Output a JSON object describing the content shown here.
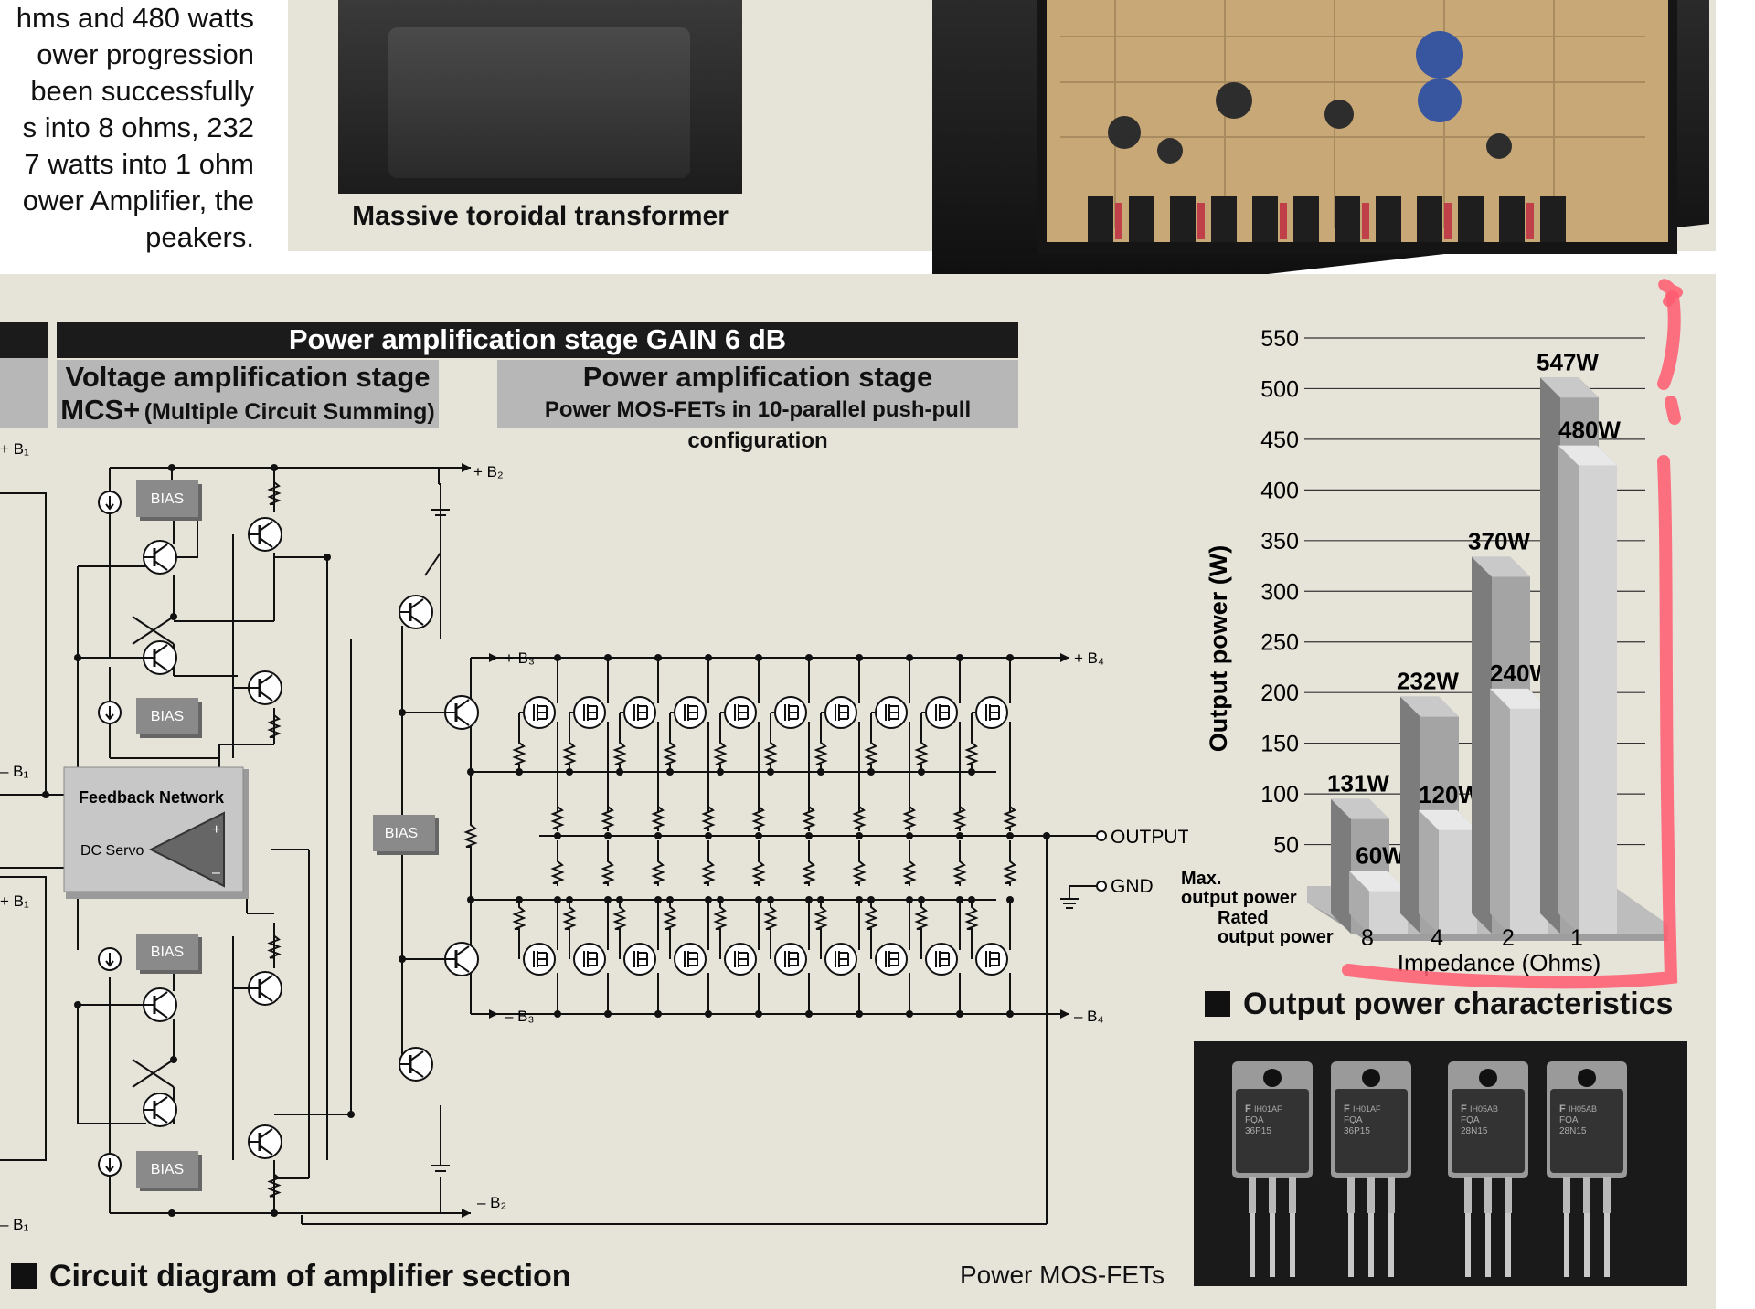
{
  "intro_lines": [
    "hms and 480 watts",
    "ower   progression",
    "been  successfully",
    "s  into 8 ohms, 232",
    "7 watts into 1 ohm",
    "ower Amplifier, the",
    "peakers."
  ],
  "transformer_caption": "Massive toroidal transformer",
  "header": {
    "gain": "Power amplification stage GAIN 6 dB",
    "voltage_stage_l1": "Voltage amplification stage",
    "voltage_stage_l2a": "MCS+",
    "voltage_stage_l2b": "(Multiple Circuit Summing)",
    "power_stage_l1": "Power amplification stage",
    "power_stage_l2": "Power MOS-FETs in 10-parallel push-pull configuration"
  },
  "circuit": {
    "bias": "BIAS",
    "feedback": "Feedback Network",
    "dc_servo": "DC Servo",
    "plus_sign": "+",
    "minus_sign": "–",
    "b1_pos": "+ B₁",
    "b1_neg": "– B₁",
    "b2_pos": "+ B₂",
    "b2_neg": "– B₂",
    "b3_pos": "+ B₃",
    "b3_neg": "– B₃",
    "b4_pos": "+ B₄",
    "b4_neg": "– B₄",
    "output": "OUTPUT",
    "gnd": "GND"
  },
  "circuit_caption": "Circuit diagram of amplifier section",
  "mosfet_caption": "Power MOS-FETs",
  "mosfet_marks": [
    [
      "IH01AF",
      "FQA",
      "36P15"
    ],
    [
      "IH01AF",
      "FQA",
      "36P15"
    ],
    [
      "IH05AB",
      "FQA",
      "28N15"
    ],
    [
      "IH05AB",
      "FQA",
      "28N15"
    ]
  ],
  "chart_caption": "Output power characteristics",
  "chart_data": {
    "type": "bar",
    "categories": [
      "8",
      "4",
      "2",
      "1"
    ],
    "series": [
      {
        "name": "Max. output power",
        "values": [
          131,
          232,
          370,
          547
        ]
      },
      {
        "name": "Rated output power",
        "values": [
          60,
          120,
          240,
          480
        ]
      }
    ],
    "value_labels": {
      "max": [
        "131W",
        "232W",
        "370W",
        "547W"
      ],
      "rated": [
        "60W",
        "120W",
        "240W",
        "480W"
      ]
    },
    "xlabel": "Impedance (Ohms)",
    "ylabel": "Output power (W)",
    "yticks": [
      50,
      100,
      150,
      200,
      250,
      300,
      350,
      400,
      450,
      500,
      550
    ],
    "ylim": [
      0,
      550
    ],
    "series_label_max": [
      "Max.",
      "output power"
    ],
    "series_label_rated": [
      "Rated",
      "output power"
    ],
    "bar_colors": {
      "max": "#8d8d8d",
      "rated": "#c4c4c4"
    },
    "highlight_color": "#ff5a6e"
  }
}
